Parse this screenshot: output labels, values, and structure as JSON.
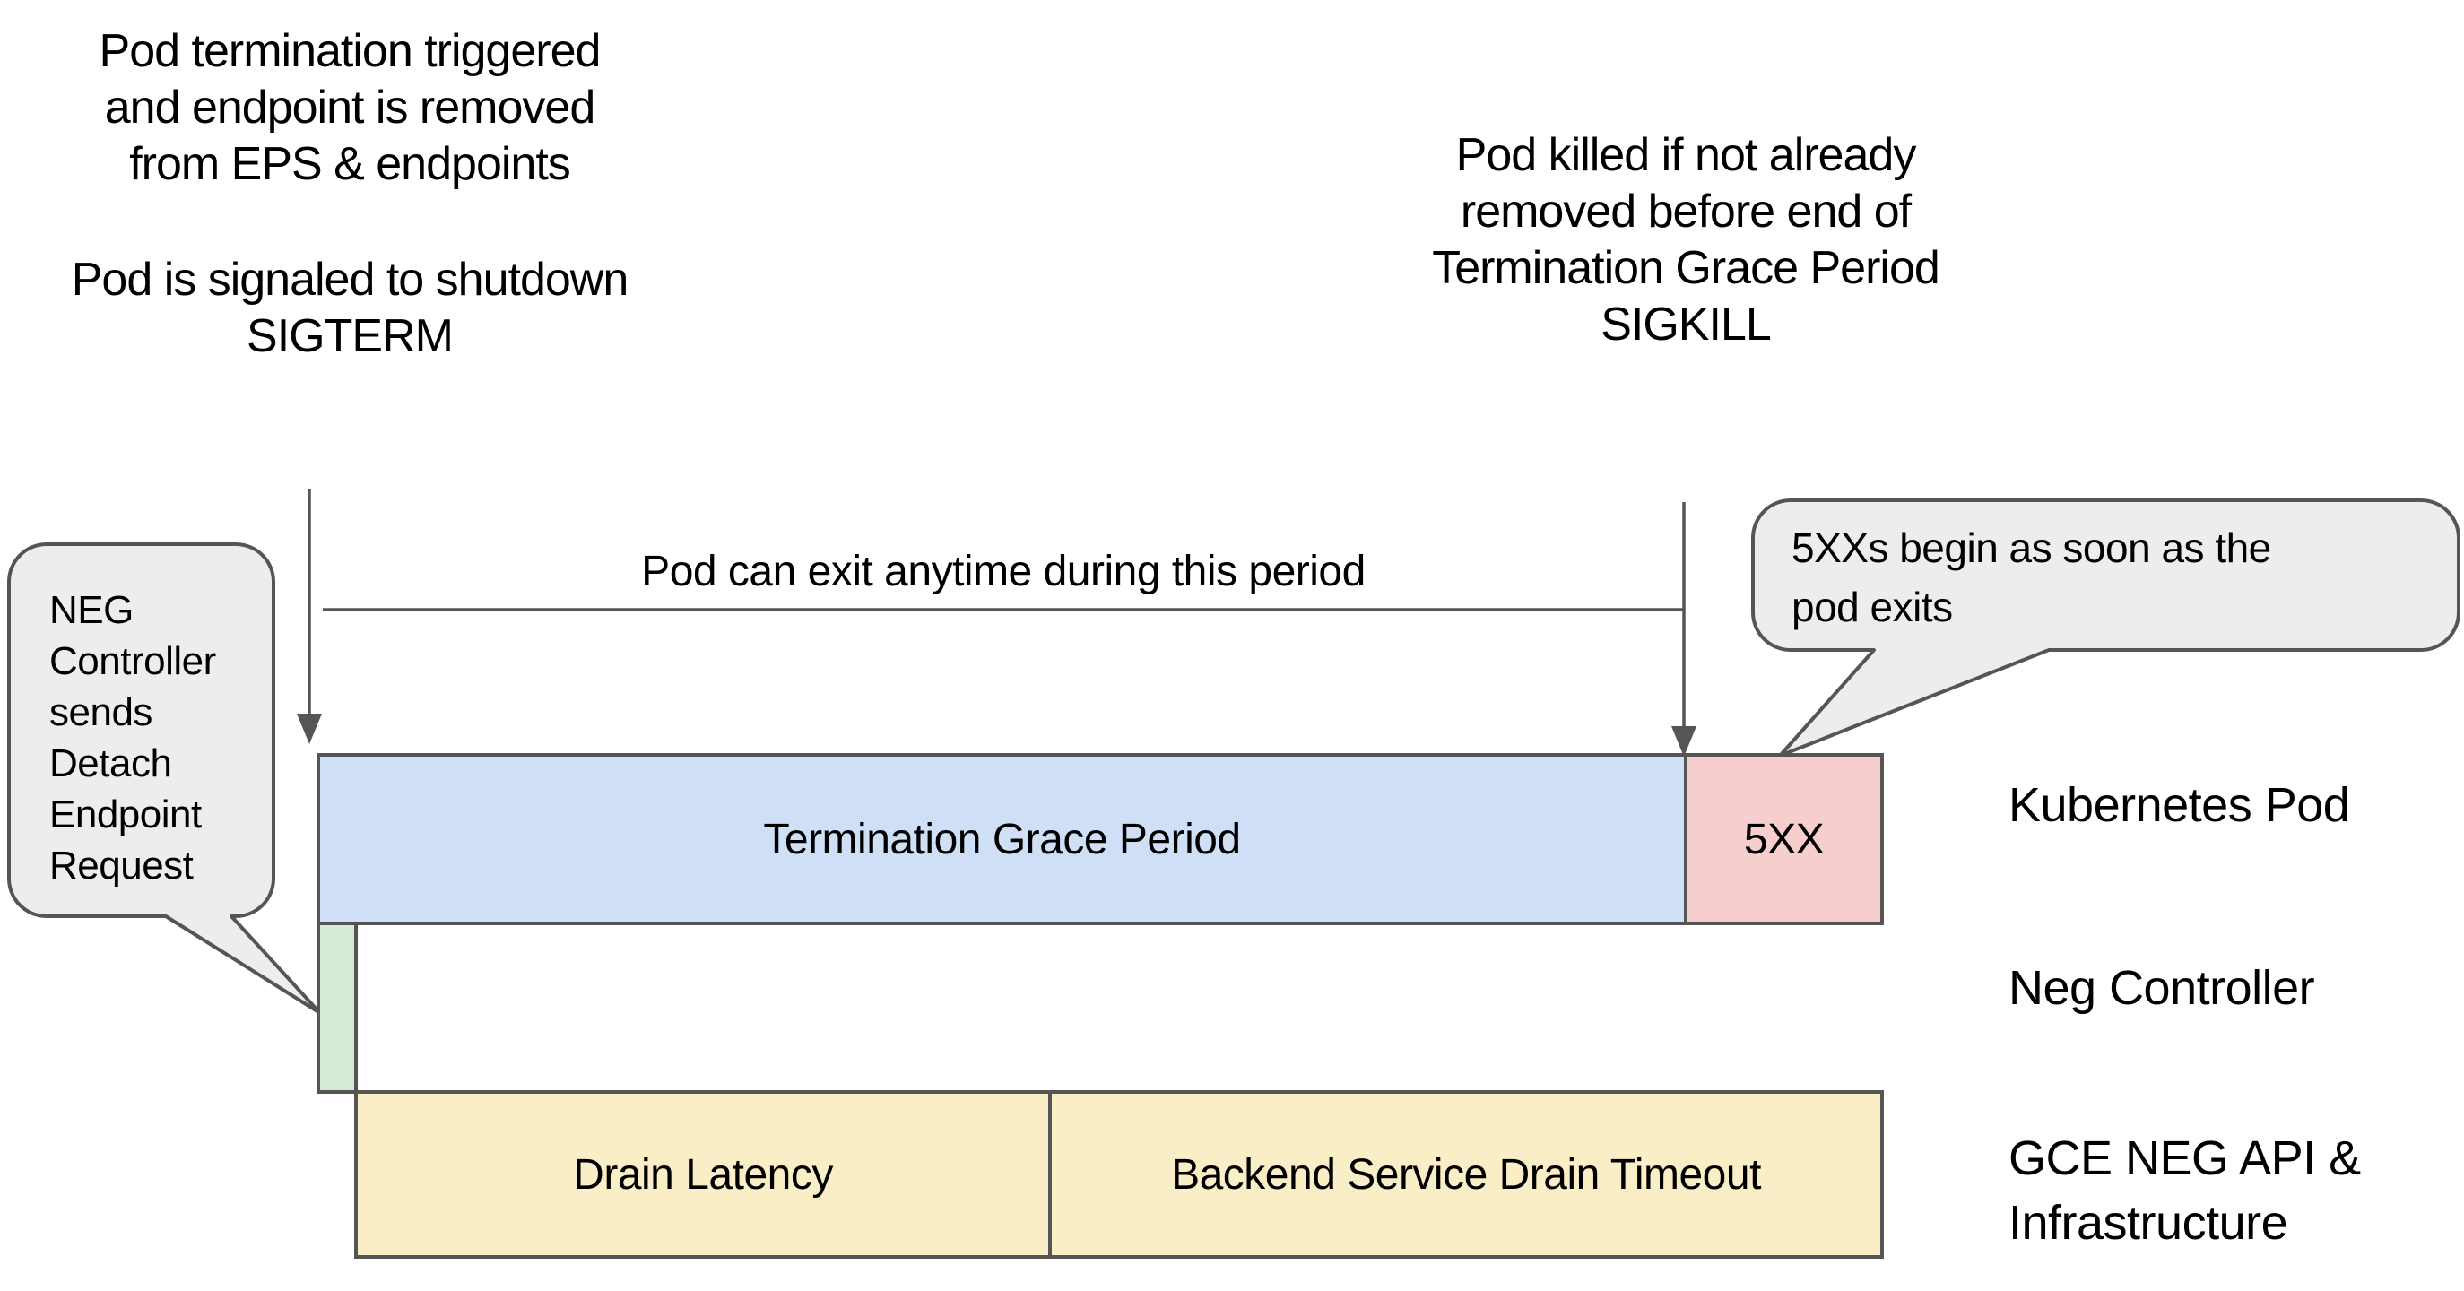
{
  "annotations": {
    "pod_termination": {
      "para1": [
        "Pod termination triggered",
        "and endpoint is removed",
        "from EPS & endpoints"
      ],
      "para2": [
        "Pod is signaled to shutdown",
        "SIGTERM"
      ]
    },
    "pod_killed": {
      "lines": [
        "Pod killed if not already",
        "removed before end of",
        "Termination Grace Period",
        "SIGKILL"
      ]
    },
    "exit_period_label": "Pod can exit anytime during this period"
  },
  "bubbles": {
    "neg_controller": {
      "lines": [
        "NEG",
        "Controller",
        "sends",
        "Detach",
        "Endpoint",
        "Request"
      ]
    },
    "five_xx": {
      "lines": [
        "5XXs begin as soon as the",
        "pod exits"
      ]
    }
  },
  "timeline": {
    "grace_period_label": "Termination Grace Period",
    "five_xx_label": "5XX",
    "drain_latency_label": "Drain Latency",
    "backend_timeout_label": "Backend Service Drain Timeout",
    "row_labels": {
      "kubernetes_pod": "Kubernetes Pod",
      "neg_controller": "Neg Controller",
      "gce_line1": "GCE NEG API &",
      "gce_line2": "Infrastructure"
    }
  },
  "colors": {
    "grace_fill": "#cfe0f6",
    "fivexx_fill": "#f6cecd",
    "detach_fill": "#d7ead5",
    "drain_fill": "#faeec6",
    "bubble_fill": "#ededed",
    "stroke": "#555555",
    "text": "#000000"
  }
}
